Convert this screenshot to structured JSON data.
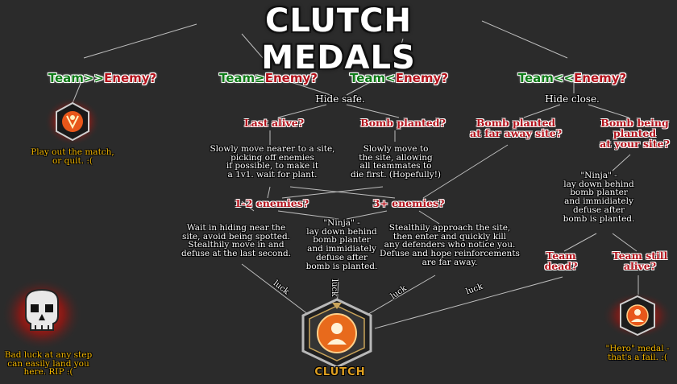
{
  "title": "CLUTCH MEDALS",
  "top_nodes": [
    {
      "left": "Team>>",
      "right": "Enemy?"
    },
    {
      "left": "Team≥",
      "right": "Enemy?"
    },
    {
      "left": "Team<",
      "right": "Enemy?"
    },
    {
      "left": "Team<<",
      "right": "Enemy?"
    }
  ],
  "play_out": "Play out the match,\nor quit. :(",
  "hide_safe": "Hide safe.",
  "hide_close": "Hide close.",
  "last_alive": "Last alive?",
  "bomb_planted": "Bomb planted?",
  "bomb_far": "Bomb planted\nat far away site?",
  "bomb_being": "Bomb being\nplanted\nat your site?",
  "slowly_nearer": "Slowly move nearer to a site,\npicking off enemies\nif possible, to make it\na 1v1. wait for plant.",
  "slowly_to_site": "Slowly move to\nthe site, allowing\nall teammates to\ndie first. (Hopefully!)",
  "ninja_right": "\"Ninja\" -\nlay down behind\nbomb planter\nand immidiately\ndefuse after\nbomb is planted.",
  "one_two": "1-2 enemies?",
  "three_plus": "3+ enemies?",
  "wait_hiding": "Wait in hiding near the\nsite, avoid being spotted.\nStealthily move in and\ndefuse at the last second.",
  "ninja_mid": "\"Ninja\" -\nlay down behind\nbomb planter\nand immidiately\ndefuse after\nbomb is planted.",
  "stealthily": "Stealthily approach the site,\nthen  enter and quickly kill\nany defenders who notice you.\nDefuse and hope reinforcements\nare far away.",
  "team_dead": "Team\ndead?",
  "team_alive": "Team still\nalive?",
  "luck": [
    "luck",
    "luck",
    "luck",
    "luck"
  ],
  "bad_luck": "Bad luck at any step\ncan easily land you\nhere. RIP :(",
  "hero": "\"Hero\" medal -\nthat's a fail. :(",
  "clutch_label": "CLUTCH",
  "colors": {
    "background": "#2b2b2b",
    "red": "#b3121b",
    "green": "#0e7a17",
    "yellow": "#f5b800",
    "line": "#bdbdbd"
  },
  "icons": {
    "medal_top_left": "orange-emblem-icon",
    "skull": "skull-icon",
    "clutch_medal": "clutch-medal-icon",
    "hero_medal": "hero-medal-icon"
  }
}
